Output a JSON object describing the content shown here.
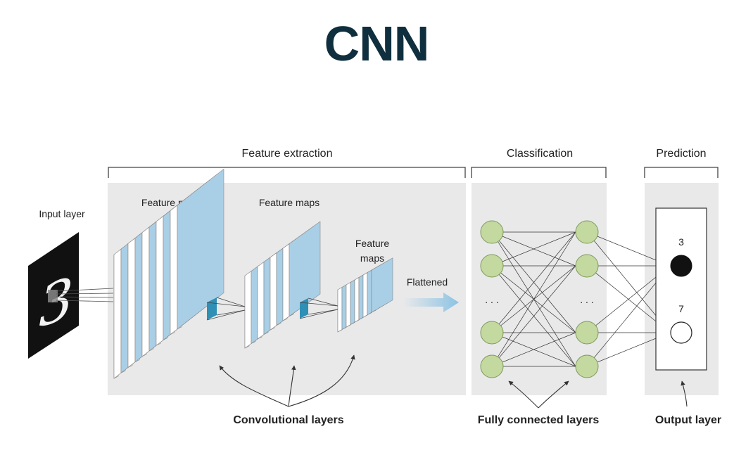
{
  "title": "CNN",
  "sections": {
    "feature_extraction": "Feature extraction",
    "classification": "Classification",
    "prediction": "Prediction"
  },
  "labels": {
    "input_layer": "Input layer",
    "feature_maps_1": "Feature maps",
    "feature_maps_2": "Feature maps",
    "feature_maps_3_line1": "Feature",
    "feature_maps_3_line2": "maps",
    "flattened": "Flattened",
    "ellipsis": ". . .",
    "output_3": "3",
    "output_7": "7",
    "input_digit": "3"
  },
  "footer": {
    "conv": "Convolutional layers",
    "fc": "Fully connected layers",
    "output": "Output layer"
  },
  "colors": {
    "title": "#0f2f3e",
    "panel": "#e9e9ea",
    "map_blue": "#a9cfe6",
    "node_green": "#c3d9a0",
    "node_stroke": "#7d9a5a",
    "arrow_blue": "#8cc3e3"
  }
}
